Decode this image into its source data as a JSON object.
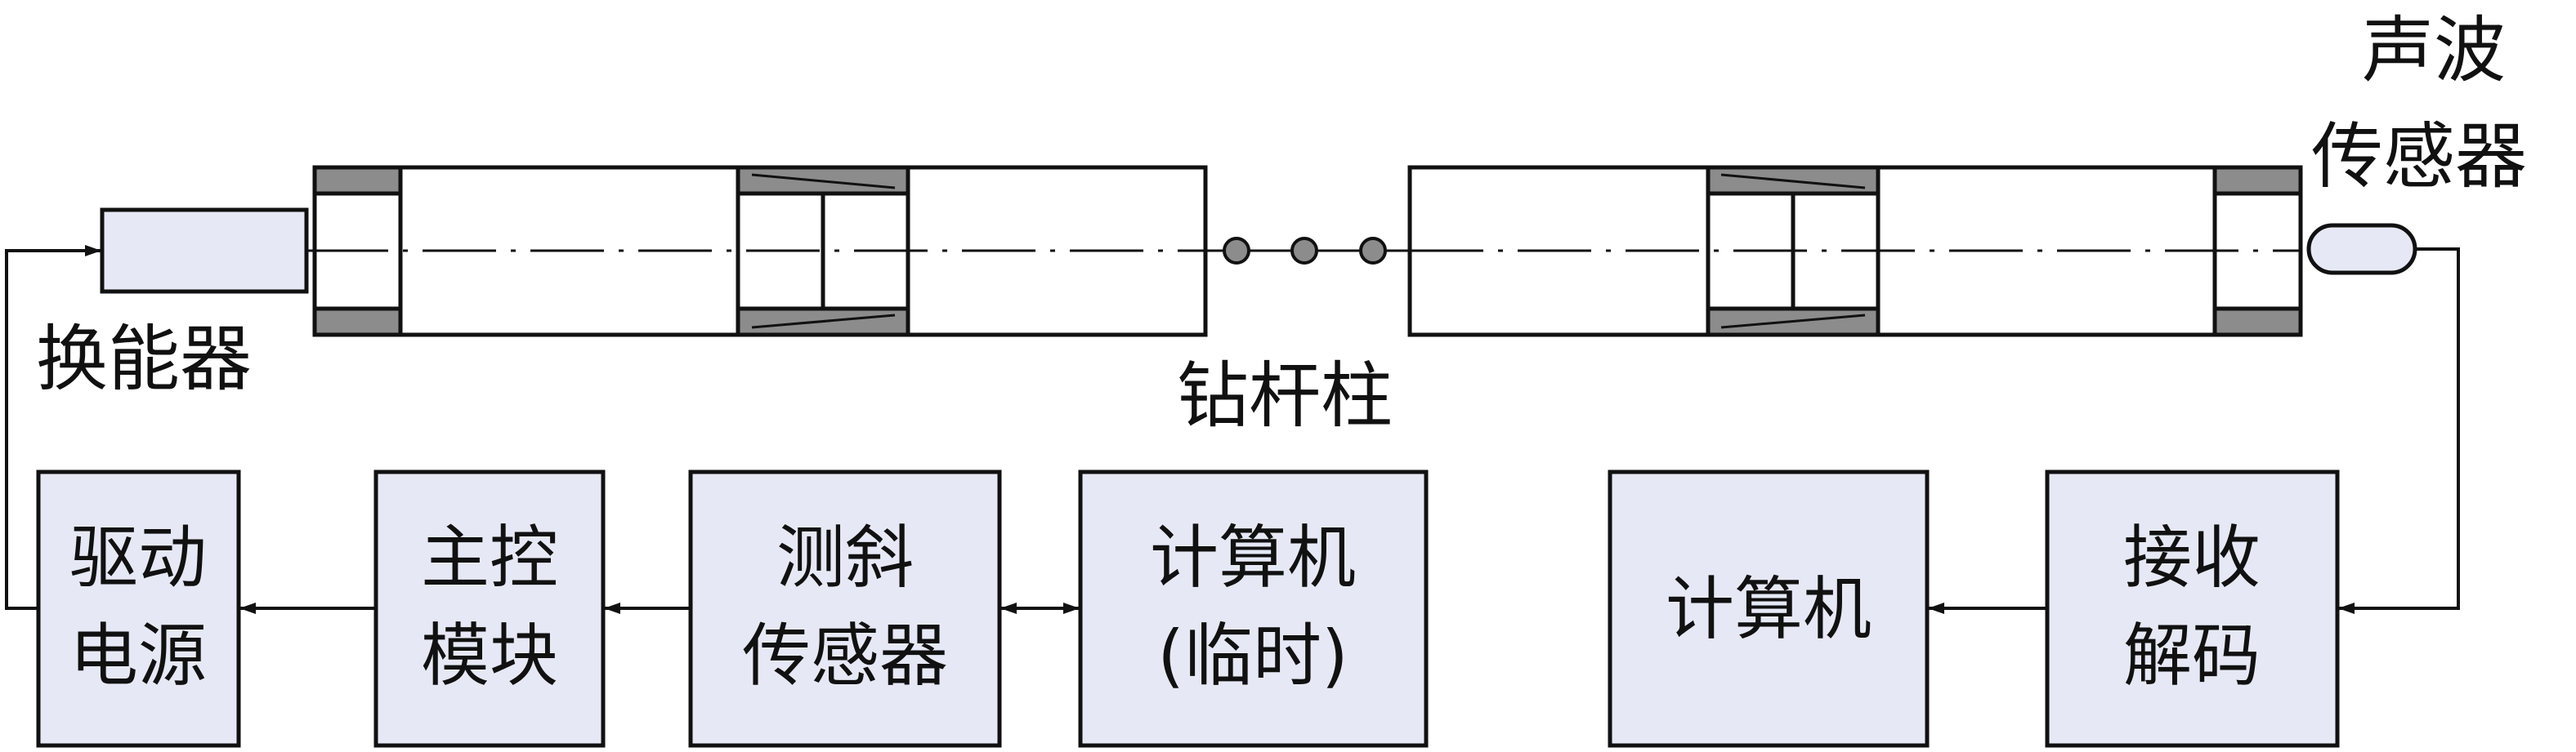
{
  "colors": {
    "line": "#111111",
    "box_fill": "#e6e9f5",
    "ring_fill": "#8c8c8c",
    "background": "#ffffff"
  },
  "labels": {
    "transducer": "换能器",
    "drill_string": "钻杆柱",
    "sonic_sensor_line1": "声波",
    "sonic_sensor_line2": "传感器"
  },
  "blocks": {
    "drive_power": {
      "line1": "驱动",
      "line2": "电源"
    },
    "main_control": {
      "line1": "主控",
      "line2": "模块"
    },
    "inclinometer": {
      "line1": "测斜",
      "line2": "传感器"
    },
    "temp_computer": {
      "line1": "计算机",
      "line2": "(临时)"
    },
    "computer": {
      "line1": "计算机"
    },
    "receiver": {
      "line1": "接收",
      "line2": "解码"
    }
  }
}
